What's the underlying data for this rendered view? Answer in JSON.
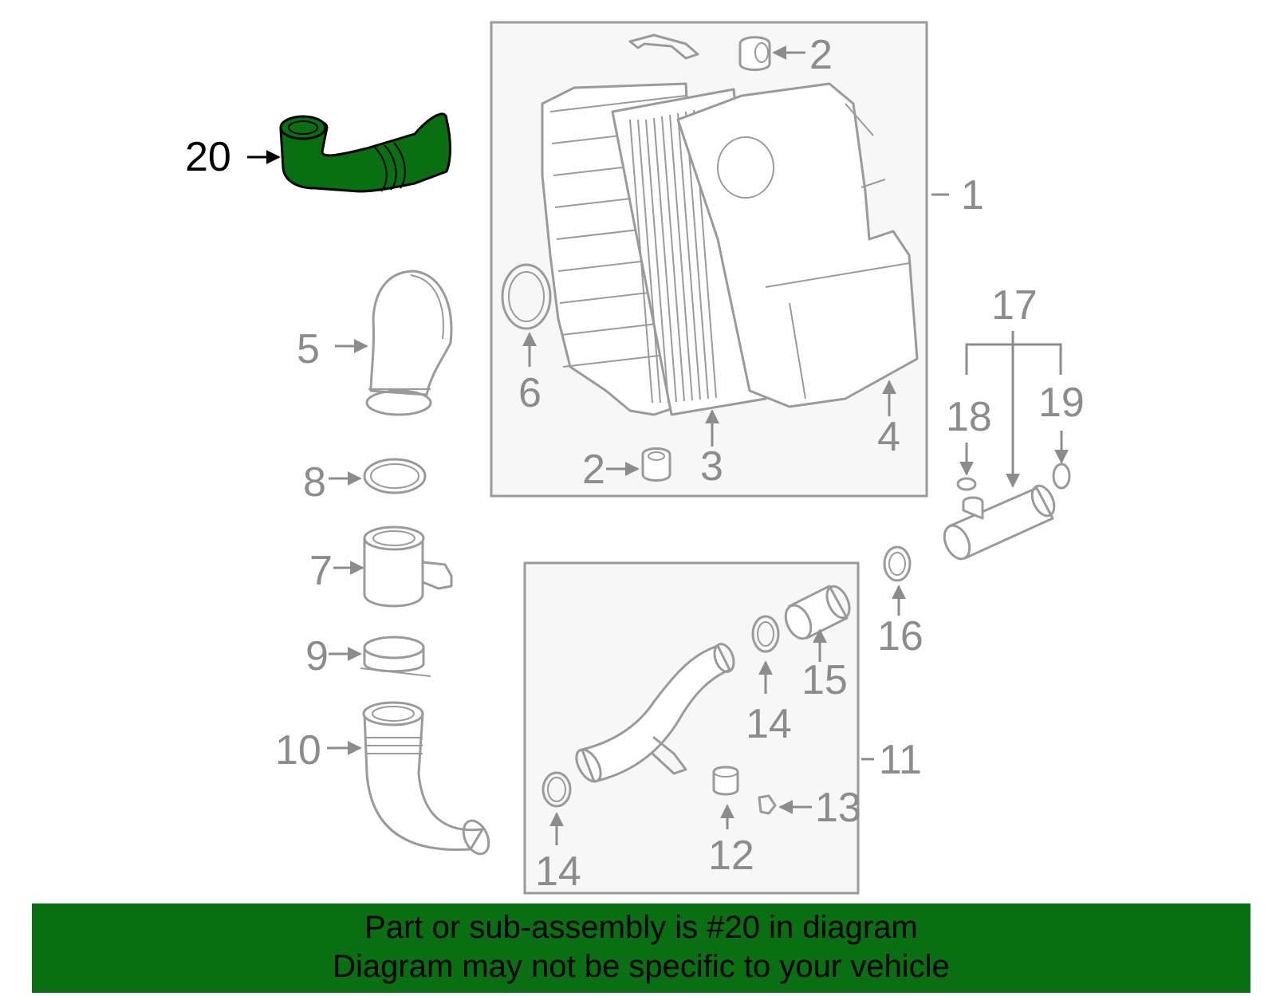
{
  "callouts": {
    "c1": "1",
    "c2a": "2",
    "c2b": "2",
    "c3": "3",
    "c4": "4",
    "c5": "5",
    "c6": "6",
    "c7": "7",
    "c8": "8",
    "c9": "9",
    "c10": "10",
    "c11": "11",
    "c12": "12",
    "c13": "13",
    "c14a": "14",
    "c14b": "14",
    "c15": "15",
    "c16": "16",
    "c17": "17",
    "c18": "18",
    "c19": "19",
    "c20": "20"
  },
  "highlighted_part": "20",
  "colors": {
    "highlight": "#0a6e12",
    "parts": "#9a9a9a",
    "banner": "#0a6e12"
  },
  "banner": {
    "line1": "Part or sub-assembly is #20 in diagram",
    "line2": "Diagram may not be specific to your vehicle"
  }
}
